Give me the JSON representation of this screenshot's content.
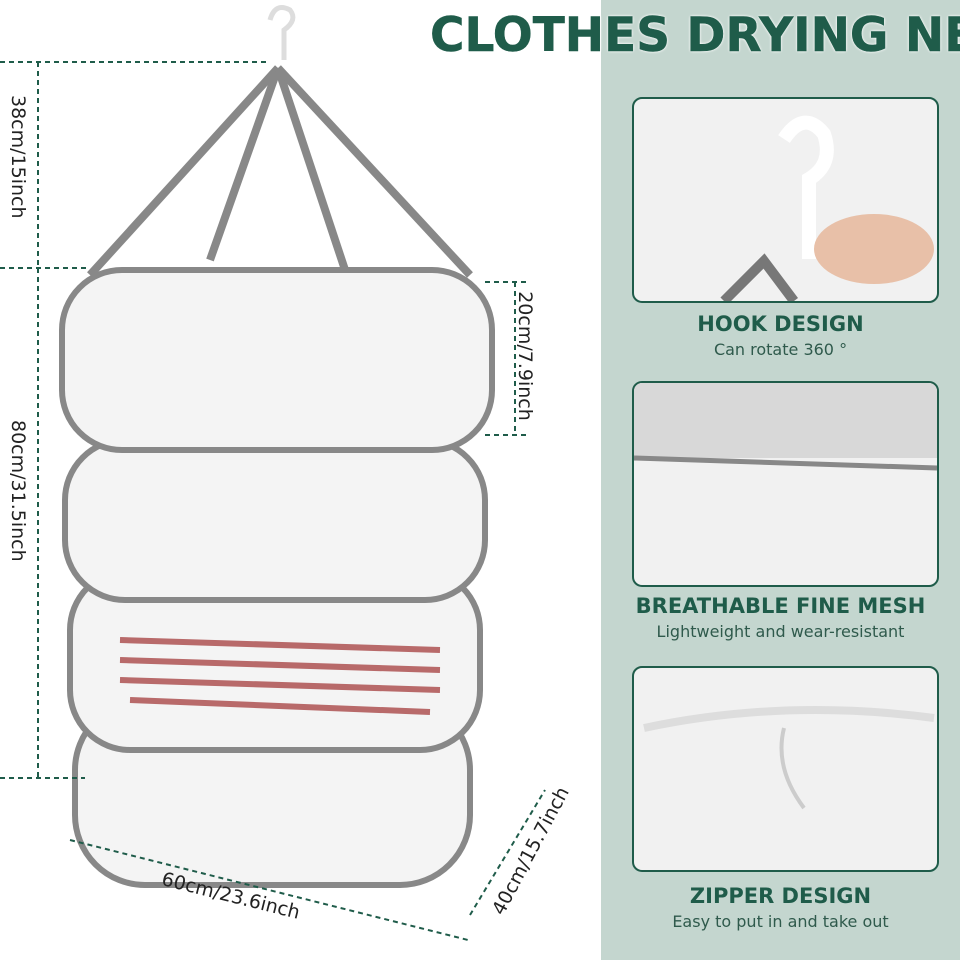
{
  "title": "CLOTHES DRYING NET",
  "dimensions": {
    "hook_height": "38cm/15inch",
    "layer_height": "20cm/7.9inch",
    "total_height": "80cm/31.5inch",
    "length": "60cm/23.6inch",
    "width": "40cm/15.7inch"
  },
  "features": [
    {
      "heading": "HOOK DESIGN",
      "subtitle": "Can rotate 360 °"
    },
    {
      "heading": "BREATHABLE FINE MESH",
      "subtitle": "Lightweight and wear-resistant"
    },
    {
      "heading": "ZIPPER DESIGN",
      "subtitle": "Easy to put in and take out"
    }
  ],
  "colors": {
    "accent": "#1f5c4a",
    "panel": "#c4d6cf"
  }
}
